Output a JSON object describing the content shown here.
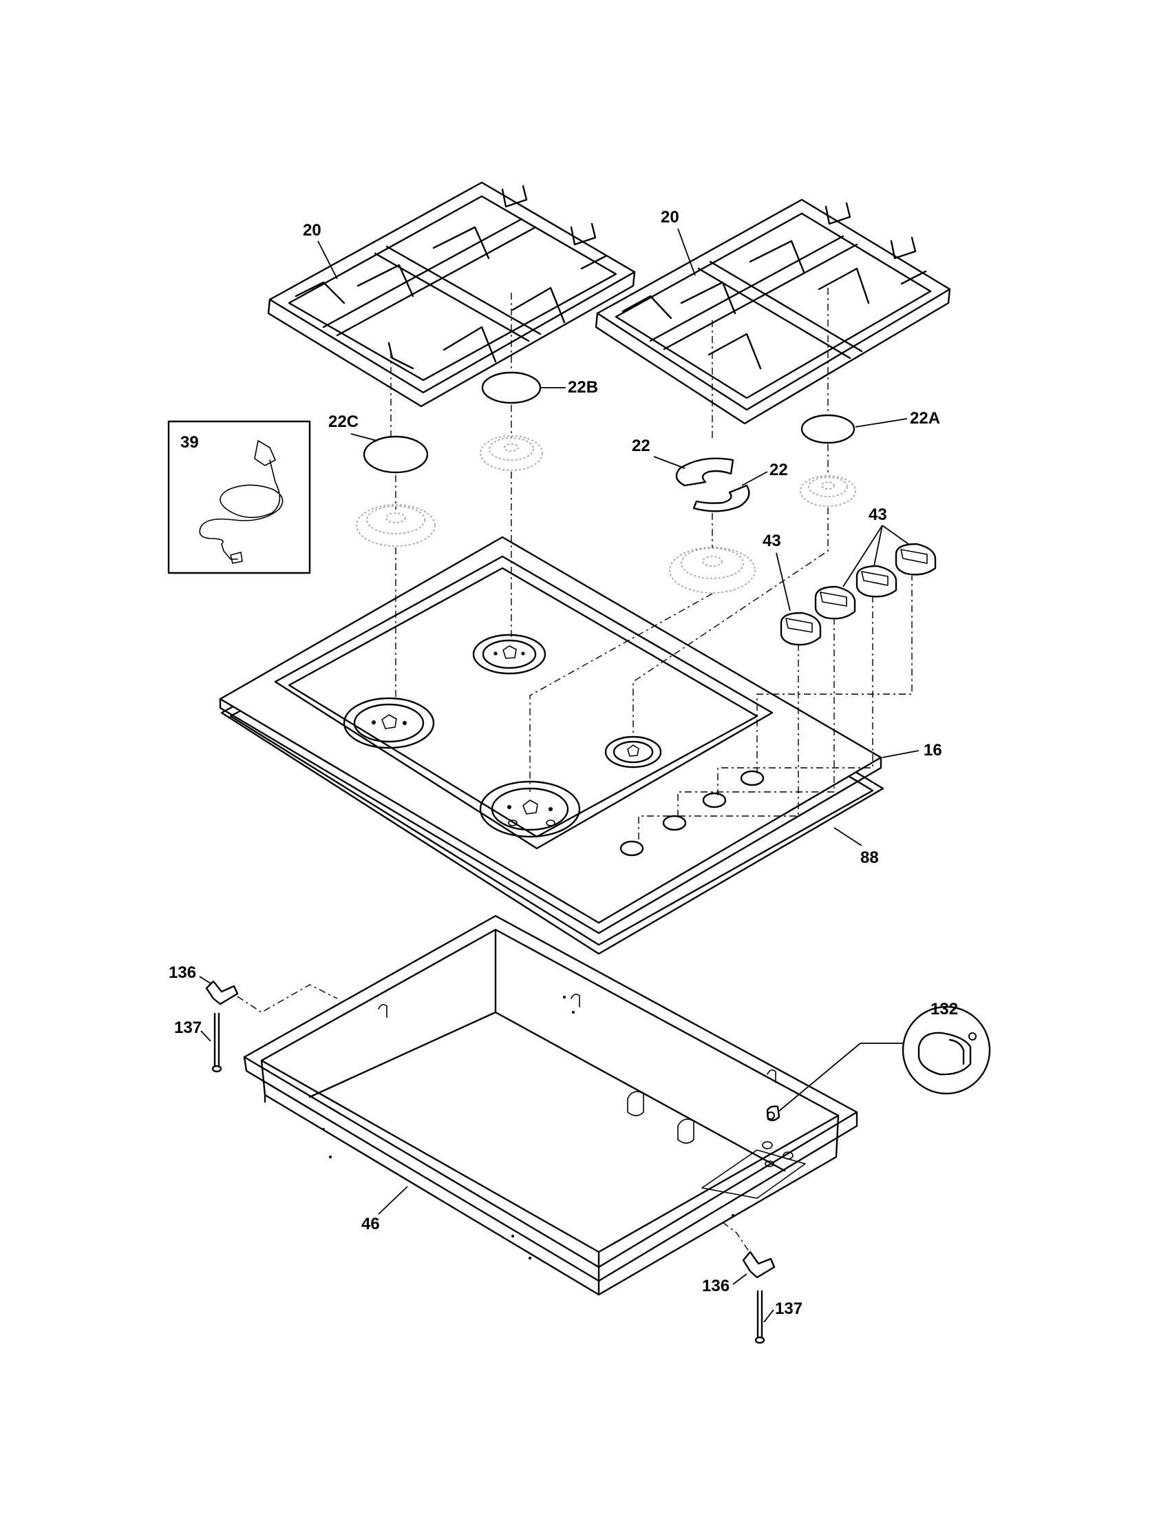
{
  "labels": {
    "grate_left": "20",
    "grate_right": "20",
    "cap_22b": "22B",
    "cap_22c": "22C",
    "cap_22a": "22A",
    "ring_22_top": "22",
    "ring_22_bottom": "22",
    "cord": "39",
    "knob_single": "43",
    "knob_group": "43",
    "cooktop": "16",
    "gasket": "88",
    "bracket_top": "136",
    "screw_top": "137",
    "bracket_bottom": "136",
    "screw_bottom": "137",
    "detail_132": "132",
    "burner_box": "46"
  },
  "icons": {
    "grate": "burner-grate-icon",
    "cap": "burner-cap-icon",
    "head": "burner-head-icon",
    "knob": "control-knob-icon",
    "cord": "power-cord-icon",
    "bracket": "mounting-bracket-icon",
    "screw": "screw-icon"
  }
}
